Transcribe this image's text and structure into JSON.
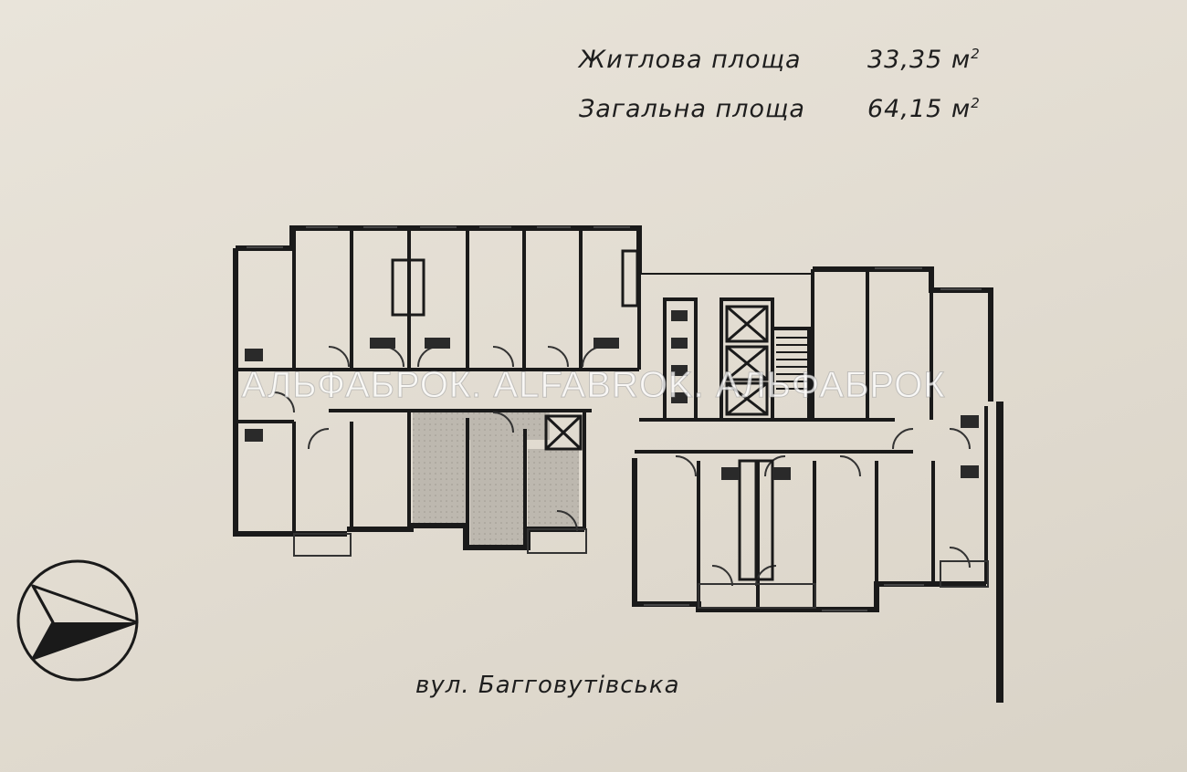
{
  "areas": {
    "living": {
      "label": "Житлова площа",
      "value": "33,35 м",
      "unit_sup": "2"
    },
    "total": {
      "label": "Загальна площа",
      "value": "64,15 м",
      "unit_sup": "2"
    }
  },
  "street": "вул. Багговутівська",
  "watermark": "АЛЬФАБРОК. ALFABROK. АЛЬФАБРОК",
  "colors": {
    "paper": "#e3ddd3",
    "walls": "#1a1a1a",
    "highlighted_apartment": "#b8b3aa"
  },
  "icons": {
    "compass": "north-arrow-icon"
  }
}
